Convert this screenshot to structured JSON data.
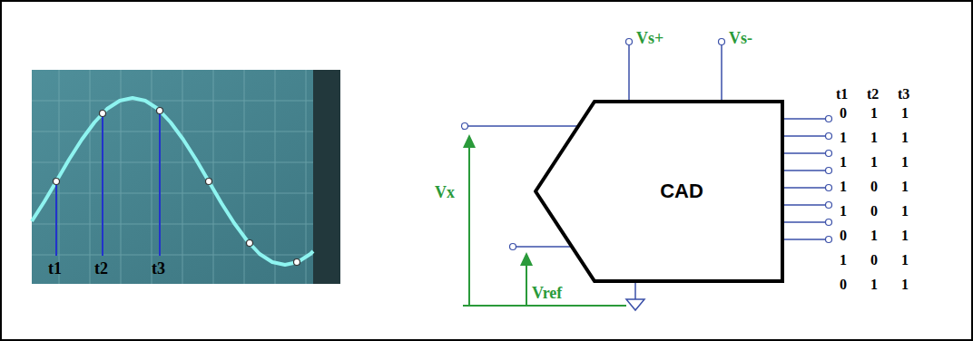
{
  "diagram": {
    "nodes": [
      {
        "text": [
          "CAD"
        ]
      }
    ],
    "labels": [
      "t1",
      "t2",
      "t3",
      "Vs+",
      "Vs-",
      "Vx",
      "Vref",
      "t1",
      "t2",
      "t3",
      "0",
      "1",
      "1",
      "1",
      "1",
      "1",
      "1",
      "1",
      "1",
      "1",
      "0",
      "1",
      "1",
      "0",
      "1",
      "0",
      "1",
      "1",
      "1",
      "0",
      "1",
      "0",
      "1",
      "1"
    ]
  }
}
